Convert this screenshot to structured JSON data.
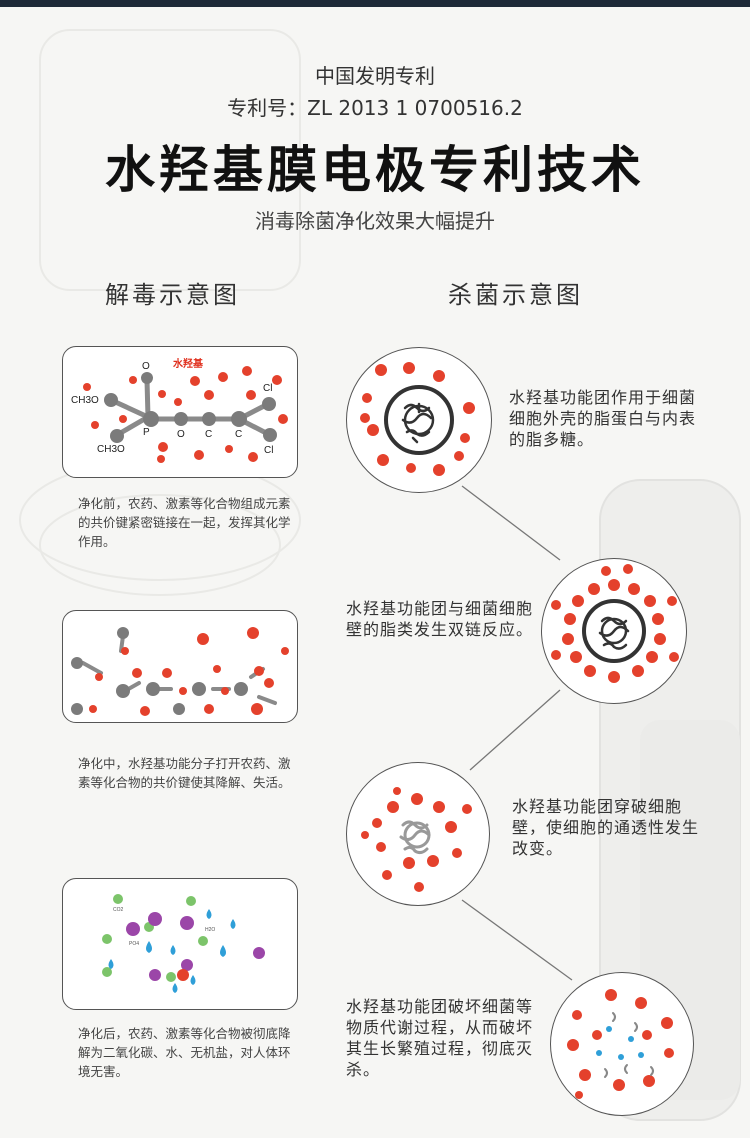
{
  "header": {
    "patent_label": "中国发明专利",
    "patent_number": "专利号：ZL 2013 1 0700516.2",
    "title": "水羟基膜电极专利技术",
    "subtitle": "消毒除菌净化效果大幅提升"
  },
  "left": {
    "heading": "解毒示意图",
    "diagrams": [
      {
        "tag": "水羟基",
        "atom_labels": [
          "O",
          "CH3O",
          "P",
          "O",
          "C",
          "C",
          "Cl",
          "CH3O",
          "Cl"
        ],
        "caption": "净化前，农药、激素等化合物组成元素的共价键紧密链接在一起，发挥其化学作用。"
      },
      {
        "caption": "净化中，水羟基功能分子打开农药、激素等化合物的共价键使其降解、失活。"
      },
      {
        "molecule_labels": [
          "CO2",
          "H2O",
          "PO4"
        ],
        "caption": "净化后，农药、激素等化合物被彻底降解为二氧化碳、水、无机盐，对人体环境无害。"
      }
    ]
  },
  "right": {
    "heading": "杀菌示意图",
    "stages": [
      {
        "text": "水羟基功能团作用于细菌细胞外壳的脂蛋白与内表的脂多糖。"
      },
      {
        "text": "水羟基功能团与细菌细胞壁的脂类发生双链反应。"
      },
      {
        "text": "水羟基功能团穿破细胞壁，使细胞的通透性发生改变。"
      },
      {
        "text": "水羟基功能团破坏细菌等物质代谢过程，从而破坏其生长繁殖过程，彻底灭杀。"
      }
    ]
  },
  "colors": {
    "hydroxyl_red": "#e4412c",
    "atom_gray": "#7b7b7b",
    "co2_green": "#7cc46a",
    "h2o_blue": "#2f9fd8",
    "po4_purple": "#9b46a8",
    "tag_red": "#e0301e",
    "top_bar": "#1e2a38"
  }
}
